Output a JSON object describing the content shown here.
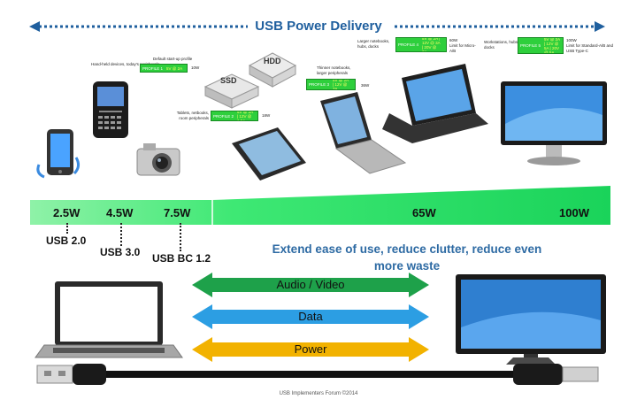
{
  "title": "USB Power Delivery",
  "colors": {
    "title_blue": "#1f5f9e",
    "bar_green": "#2ee868",
    "profile_green": "#2ecf3c",
    "arrow_green": "#1ea14a",
    "arrow_blue": "#2c9ee3",
    "arrow_yellow": "#f2b200"
  },
  "icons": [
    "smartphone-icon",
    "blackberry-phone-icon",
    "camera-icon",
    "ssd-icon",
    "hdd-icon",
    "tablet-icon",
    "thin-notebook-icon",
    "large-notebook-icon",
    "monitor-icon",
    "laptop-icon",
    "tv-monitor-icon",
    "usb-cable-icon"
  ],
  "profiles": [
    {
      "label": "PROFILE 1",
      "values": "5V @ 2A",
      "watts": "10W",
      "note": "Default start-up profile"
    },
    {
      "label": "PROFILE 2",
      "values": "5V @ 2A | 12V @ 1.5A",
      "watts": "18W",
      "note": "Tablets, netbooks, room peripherals"
    },
    {
      "label": "PROFILE 3",
      "values": "5V @ 2A | 12V @ 3A",
      "watts": "36W",
      "note": "Thinner notebooks, larger peripherals"
    },
    {
      "label": "PROFILE 4",
      "values": "5V @ 2A | 12V @ 3A | 20V @ 3A",
      "watts": "60W",
      "note": "Larger notebooks, hubs, docks",
      "limit": "Limit for Micro-A/B"
    },
    {
      "label": "PROFILE 5",
      "values": "5V @ 2A | 12V @ 5A | 20V @ 5A",
      "watts": "100W",
      "note": "Workstations, hubs, docks",
      "limit": "Limit for Standard-A/B and USB Type-C"
    }
  ],
  "hand_note": "Hand-held devices, today's peripherals",
  "power_levels": [
    "2.5W",
    "4.5W",
    "7.5W",
    "65W",
    "100W"
  ],
  "usb_versions": [
    "USB 2.0",
    "USB 3.0",
    "USB BC 1.2"
  ],
  "tagline": "Extend ease of use, reduce clutter, reduce even more waste",
  "arrows": [
    "Audio / Video",
    "Data",
    "Power"
  ],
  "footer": "USB Implementers Forum ©2014"
}
